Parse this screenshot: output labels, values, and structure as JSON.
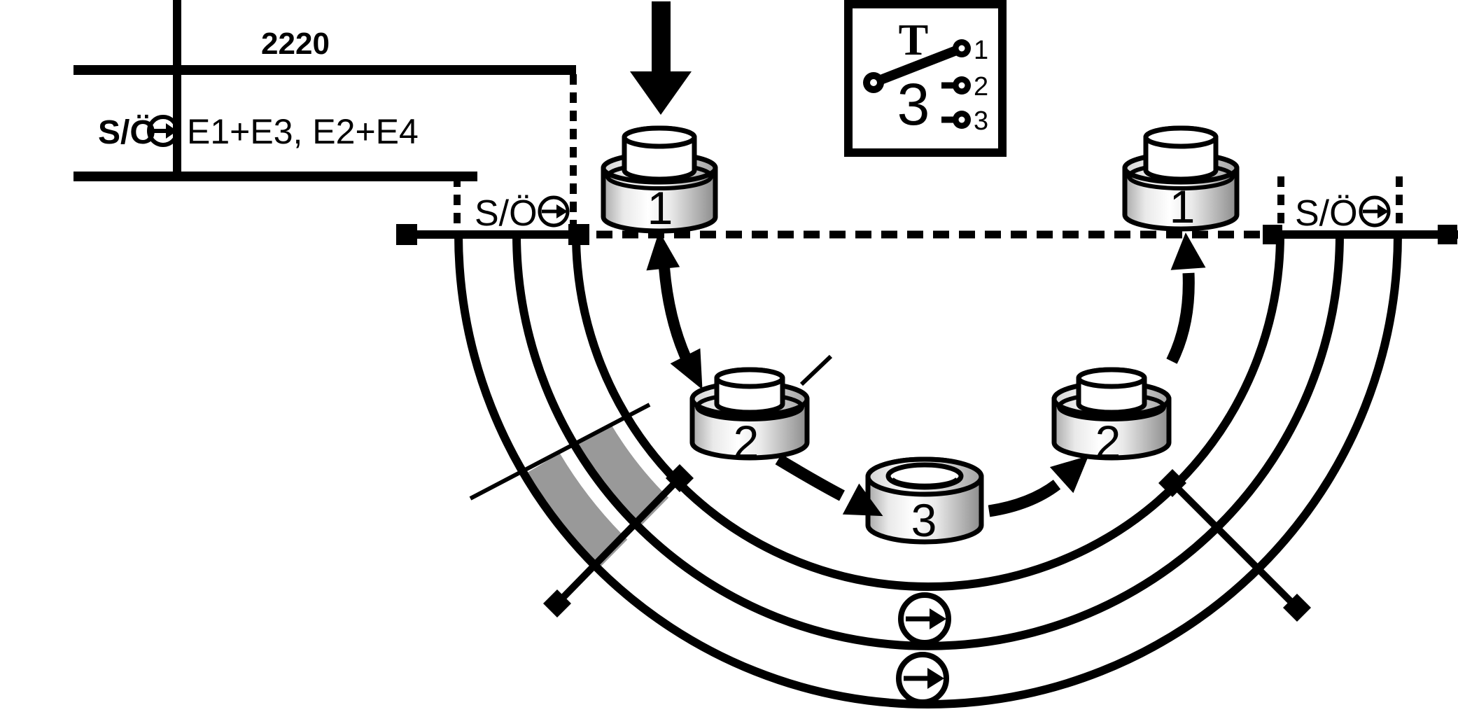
{
  "colors": {
    "ink": "#000000",
    "paper": "#ffffff",
    "section_gray": "#999999"
  },
  "info_table": {
    "part_number": "2220",
    "row_label": "S/Ö",
    "row_value": "E1+E3, E2+E4"
  },
  "selector_switch": {
    "letter": "T",
    "position_count": "3",
    "contacts": [
      "1",
      "2",
      "3"
    ]
  },
  "track": {
    "left_label": "S/Ö",
    "right_label": "S/Ö"
  },
  "knobs": {
    "left_pos1": "1",
    "left_pos2": "2",
    "bottom_pos3": "3",
    "right_pos2": "2",
    "right_pos1": "1"
  },
  "icons": {
    "direction_symbol": "arrow-right-in-circle",
    "press_arrow": "arrow-down",
    "rotation_arrows": "curved-black-arrows",
    "section_marker": "diamond-end-line"
  }
}
